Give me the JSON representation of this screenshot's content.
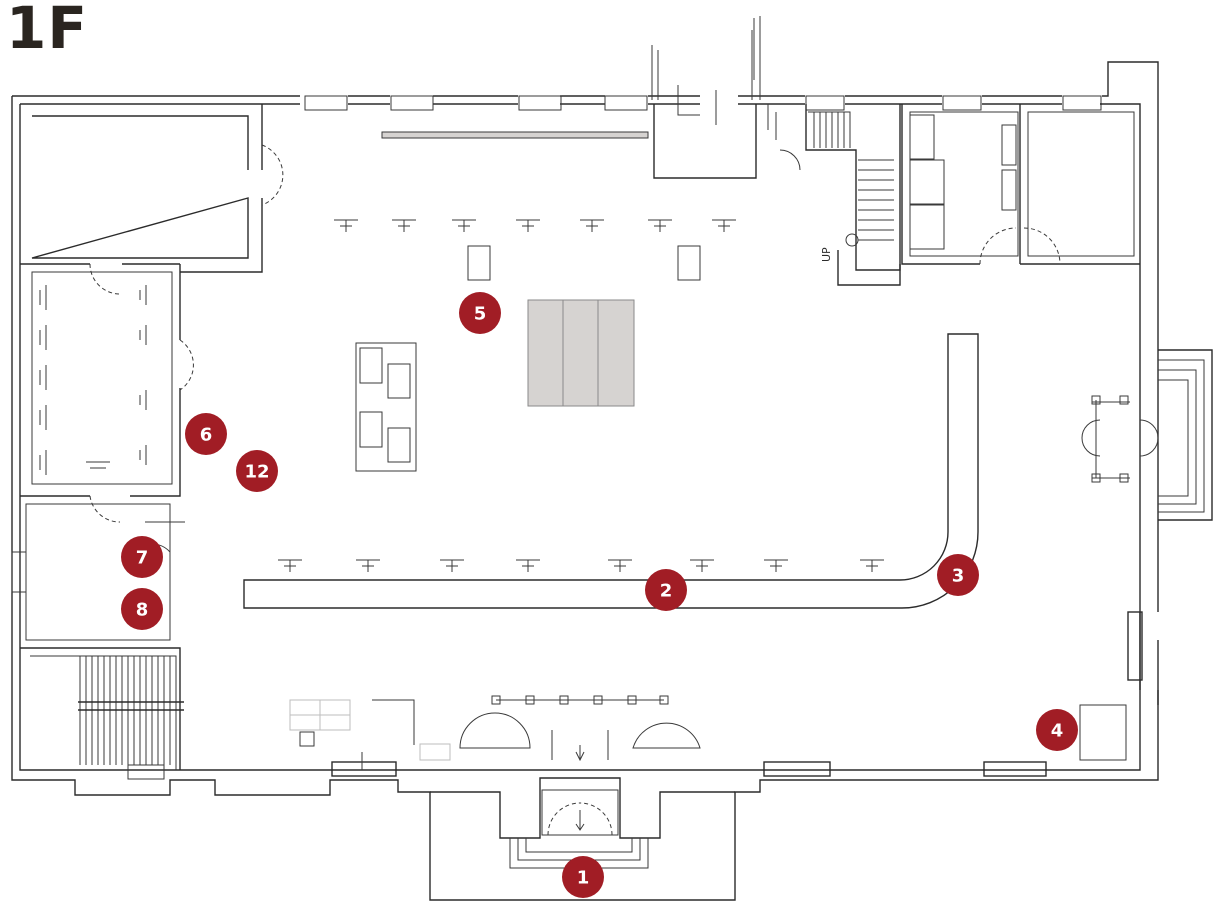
{
  "floor": {
    "title": "1F"
  },
  "stair_label": "UP",
  "colors": {
    "marker": "#a11d25",
    "marker_text": "#ffffff",
    "wall": "#2b2b2b",
    "table_fill": "#d6d3d1"
  },
  "markers": [
    {
      "label": "1",
      "icon": "location-marker"
    },
    {
      "label": "2",
      "icon": "location-marker"
    },
    {
      "label": "3",
      "icon": "location-marker"
    },
    {
      "label": "4",
      "icon": "location-marker"
    },
    {
      "label": "5",
      "icon": "location-marker"
    },
    {
      "label": "6",
      "icon": "location-marker"
    },
    {
      "label": "7",
      "icon": "location-marker"
    },
    {
      "label": "8",
      "icon": "location-marker"
    },
    {
      "label": "12",
      "icon": "location-marker"
    }
  ]
}
